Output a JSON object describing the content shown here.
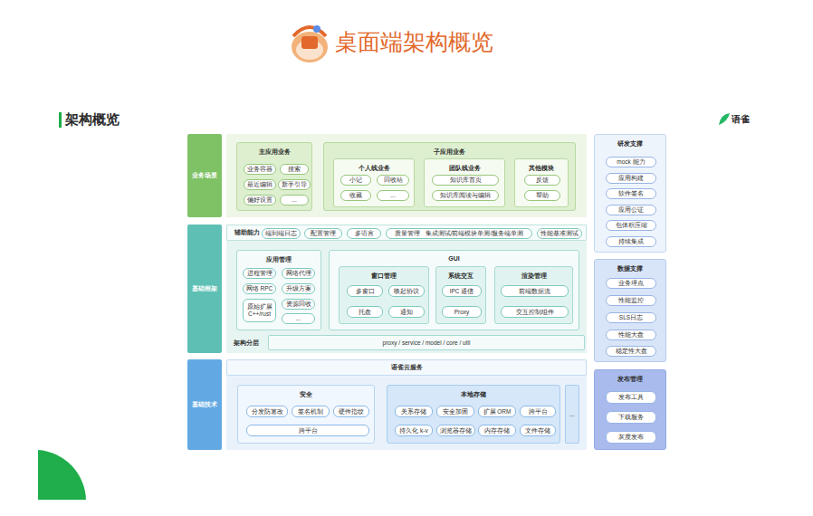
{
  "diagram": {
    "title": "桌面端架构概览",
    "nodes": [
      {
        "text": [
          "业务场景"
        ]
      },
      {
        "text": [
          "主应用业务"
        ]
      },
      {
        "text": [
          "业务容器"
        ],
        "in": 1
      },
      {
        "text": [
          "搜索"
        ],
        "in": 1
      },
      {
        "text": [
          "最近编辑"
        ],
        "in": 1
      },
      {
        "text": [
          "新手引导"
        ],
        "in": 1
      },
      {
        "text": [
          "偏好设置"
        ],
        "in": 1
      },
      {
        "text": [
          "..."
        ],
        "in": 1
      },
      {
        "text": [
          "子应用业务"
        ]
      },
      {
        "text": [
          "个人线业务"
        ],
        "in": 8
      },
      {
        "text": [
          "小记"
        ],
        "in": 9
      },
      {
        "text": [
          "回收站"
        ],
        "in": 9
      },
      {
        "text": [
          "收藏"
        ],
        "in": 9
      },
      {
        "text": [
          "..."
        ],
        "in": 9
      },
      {
        "text": [
          "团队线业务"
        ],
        "in": 8
      },
      {
        "text": [
          "知识库首页"
        ],
        "in": 14
      },
      {
        "text": [
          "知识库阅读与编辑"
        ],
        "in": 14
      },
      {
        "text": [
          "其他模块"
        ],
        "in": 8
      },
      {
        "text": [
          "反馈"
        ],
        "in": 17
      },
      {
        "text": [
          "帮助"
        ],
        "in": 17
      },
      {
        "text": [
          "基础框架"
        ]
      },
      {
        "text": [
          "辅助能力"
        ]
      },
      {
        "text": [
          "端到端日志"
        ],
        "in": 21
      },
      {
        "text": [
          "配置管理"
        ],
        "in": 21
      },
      {
        "text": [
          "多语言"
        ],
        "in": 21
      },
      {
        "text": [
          "质量管理",
          "集成测试/前端模块单测/服务端单测"
        ],
        "in": 21
      },
      {
        "text": [
          "性能基准测试"
        ],
        "in": 21
      },
      {
        "text": [
          "应用管理"
        ]
      },
      {
        "text": [
          "进程管理"
        ],
        "in": 27
      },
      {
        "text": [
          "网络代理"
        ],
        "in": 27
      },
      {
        "text": [
          "网络 RPC"
        ],
        "in": 27
      },
      {
        "text": [
          "升级方案"
        ],
        "in": 27
      },
      {
        "text": [
          "原始扩展 C++/rust"
        ],
        "in": 27
      },
      {
        "text": [
          "资源回收"
        ],
        "in": 27
      },
      {
        "text": [
          "..."
        ],
        "in": 27
      },
      {
        "text": [
          "GUI"
        ]
      },
      {
        "text": [
          "窗口管理"
        ],
        "in": 35
      },
      {
        "text": [
          "多窗口"
        ],
        "in": 36
      },
      {
        "text": [
          "唤起协议"
        ],
        "in": 36
      },
      {
        "text": [
          "托盘"
        ],
        "in": 36
      },
      {
        "text": [
          "通知"
        ],
        "in": 36
      },
      {
        "text": [
          "系统交互"
        ],
        "in": 35
      },
      {
        "text": [
          "IPC 通信"
        ],
        "in": 41
      },
      {
        "text": [
          "Proxy"
        ],
        "in": 41
      },
      {
        "text": [
          "渲染管理"
        ],
        "in": 35
      },
      {
        "text": [
          "前端数据流"
        ],
        "in": 44
      },
      {
        "text": [
          "交互控制组件"
        ],
        "in": 44
      },
      {
        "text": [
          "架构分层",
          "proxy / service / model / core / util"
        ]
      },
      {
        "text": [
          "基础技术"
        ]
      },
      {
        "text": [
          "语雀云服务"
        ]
      },
      {
        "text": [
          "安全"
        ]
      },
      {
        "text": [
          "分发防篡改"
        ],
        "in": 50
      },
      {
        "text": [
          "签名机制"
        ],
        "in": 50
      },
      {
        "text": [
          "硬件指纹"
        ],
        "in": 50
      },
      {
        "text": [
          "跨平台"
        ],
        "in": 50
      },
      {
        "text": [
          "本地存储"
        ]
      },
      {
        "text": [
          "关系存储"
        ],
        "in": 55
      },
      {
        "text": [
          "安全加固"
        ],
        "in": 55
      },
      {
        "text": [
          "扩展 ORM"
        ],
        "in": 55
      },
      {
        "text": [
          "跨平台"
        ],
        "in": 55
      },
      {
        "text": [
          "持久化 k-v"
        ],
        "in": 55
      },
      {
        "text": [
          "浏览器存储"
        ],
        "in": 55
      },
      {
        "text": [
          "内存存储"
        ],
        "in": 55
      },
      {
        "text": [
          "文件存储"
        ],
        "in": 55
      },
      {
        "text": [
          "..."
        ]
      },
      {
        "text": [
          "研发支撑"
        ]
      },
      {
        "text": [
          "mock 能力"
        ],
        "in": 65
      },
      {
        "text": [
          "应用构建"
        ],
        "in": 65
      },
      {
        "text": [
          "软件签名"
        ],
        "in": 65
      },
      {
        "text": [
          "应用公证"
        ],
        "in": 65
      },
      {
        "text": [
          "包体积压缩"
        ],
        "in": 65
      },
      {
        "text": [
          "持续集成"
        ],
        "in": 65
      },
      {
        "text": [
          "数据支撑"
        ]
      },
      {
        "text": [
          "业务埋点"
        ],
        "in": 72
      },
      {
        "text": [
          "性能监控"
        ],
        "in": 72
      },
      {
        "text": [
          "SLS日志"
        ],
        "in": 72
      },
      {
        "text": [
          "性能大盘"
        ],
        "in": 72
      },
      {
        "text": [
          "稳定性大盘"
        ],
        "in": 72
      },
      {
        "text": [
          "发布管理"
        ]
      },
      {
        "text": [
          "发布工具"
        ],
        "in": 78
      },
      {
        "text": [
          "下载服务"
        ],
        "in": 78
      },
      {
        "text": [
          "灰度发布"
        ],
        "in": 78
      }
    ],
    "labels": [
      "架构概览",
      "语雀"
    ]
  }
}
